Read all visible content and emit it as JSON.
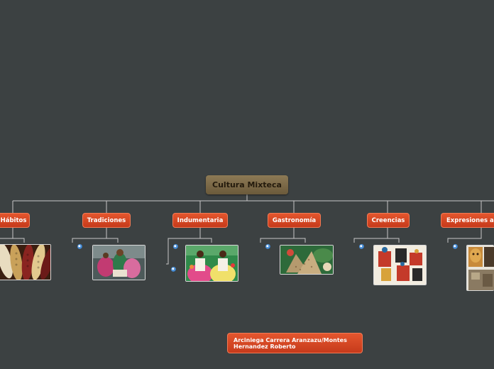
{
  "diagram": {
    "title": "Cultura Mixteca",
    "branches": [
      {
        "label": "Hábitos"
      },
      {
        "label": "Tradiciones"
      },
      {
        "label": "Indumentaria"
      },
      {
        "label": "Gastronomía"
      },
      {
        "label": "Creencias"
      },
      {
        "label": "Expresiones artísticas"
      }
    ],
    "author_line1": "Arciniega Carrera Aranzazu/Montes",
    "author_line2": "Hernandez Roberto"
  },
  "colors": {
    "background": "#3c4142",
    "root": "#7a6847",
    "topic": "#d6462a",
    "connector": "#c8c8c8"
  }
}
